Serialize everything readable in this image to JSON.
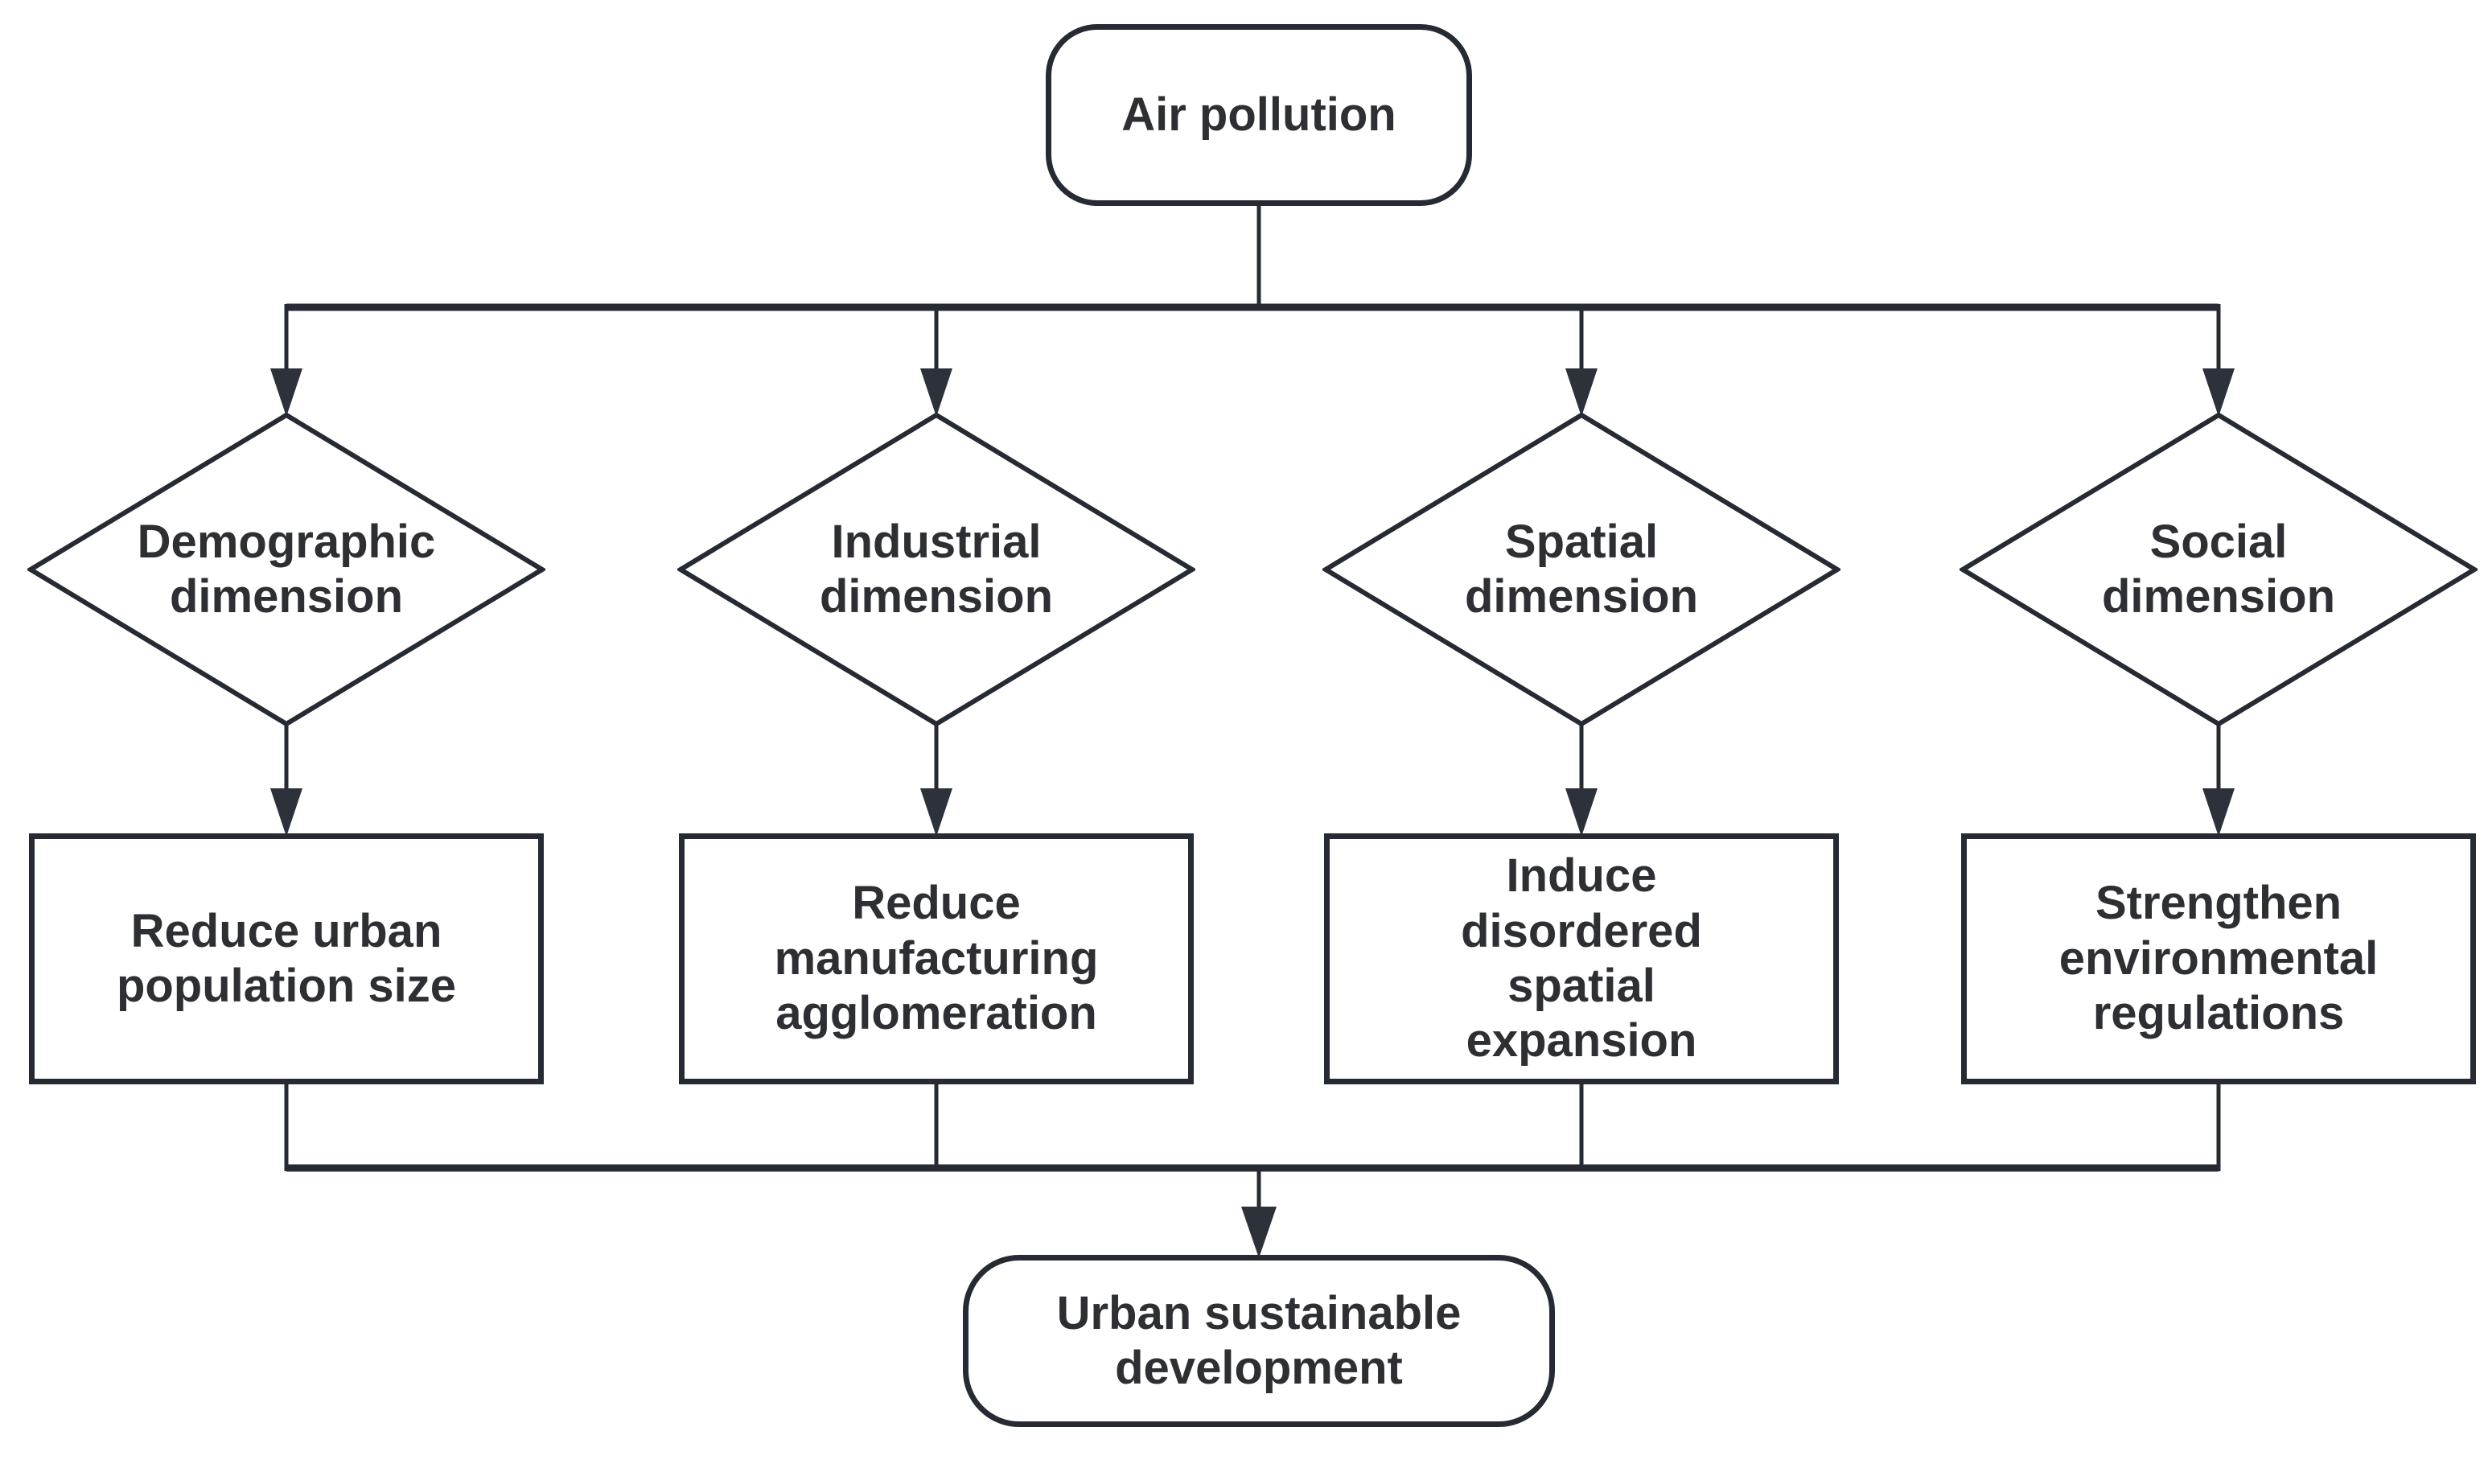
{
  "diagram": {
    "type": "flowchart",
    "source": {
      "label": "Air pollution"
    },
    "branches": [
      {
        "dimension": "Demographic dimension",
        "effect": "Reduce urban population size"
      },
      {
        "dimension": "Industrial dimension",
        "effect": "Reduce manufacturing agglomeration"
      },
      {
        "dimension": "Spatial dimension",
        "effect": "Induce disordered spatial expansion"
      },
      {
        "dimension": "Social dimension",
        "effect": "Strengthen environmental regulations"
      }
    ],
    "sink": {
      "label": "Urban sustainable development"
    },
    "colors": {
      "stroke": "#262a32",
      "text": "#2d2f33",
      "background": "#ffffff",
      "arrow_fill": "#2d313a"
    }
  }
}
